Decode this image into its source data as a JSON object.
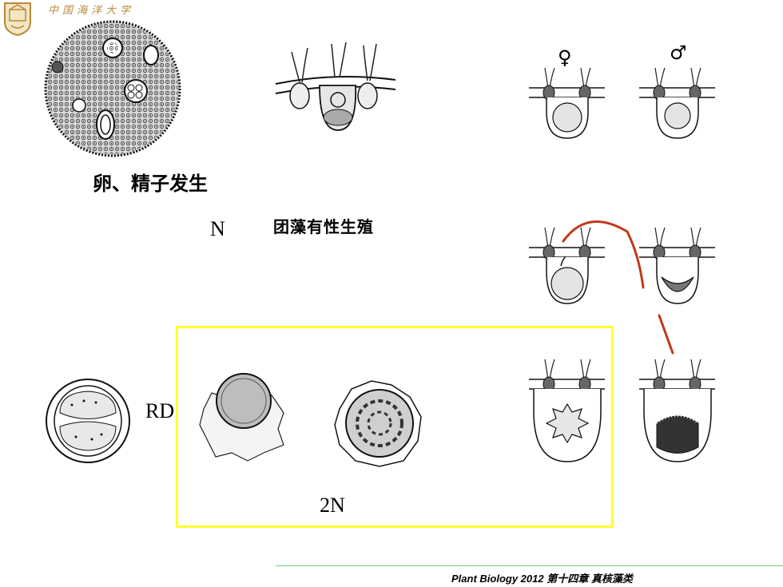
{
  "labels": {
    "egg_sperm": "卵、精子发生",
    "n": "N",
    "sexual_repro": "团藻有性生殖",
    "rd": "RD",
    "two_n": "2N",
    "female_symbol": "♀",
    "male_symbol": "♂"
  },
  "logo": {
    "caption": "中国海洋大学"
  },
  "footer": {
    "text": "Plant Biology 2012   第十四章 真核藻类"
  },
  "colors": {
    "highlight_box": "#ffff33",
    "footer_line": "#6fcf7a",
    "annotation_stroke": "#c0391b"
  }
}
